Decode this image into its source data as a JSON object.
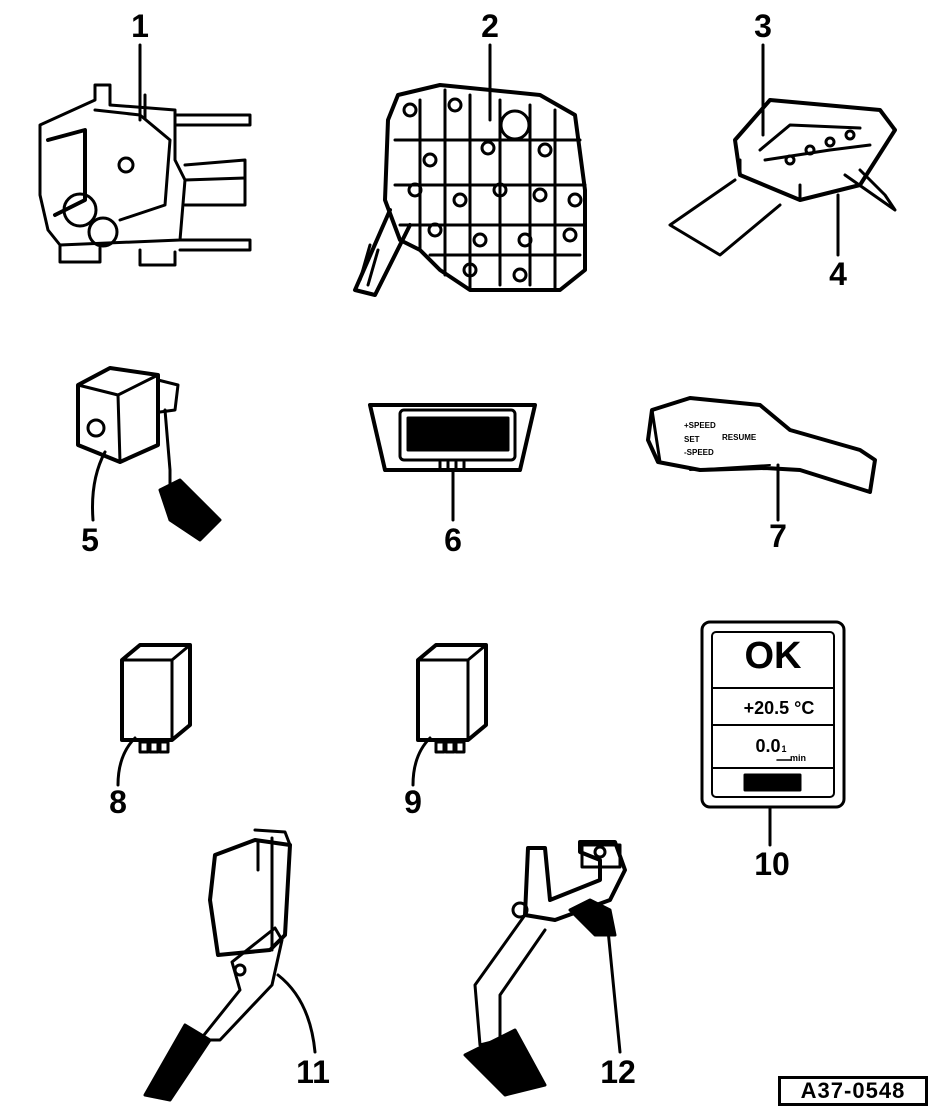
{
  "callouts": {
    "c1": "1",
    "c2": "2",
    "c3": "3",
    "c4": "4",
    "c5": "5",
    "c6": "6",
    "c7": "7",
    "c8": "8",
    "c9": "9",
    "c10": "10",
    "c11": "11",
    "c12": "12"
  },
  "display": {
    "status": "OK",
    "temperature": "+20.5 °C",
    "speed_value": "0.0",
    "speed_unit_top": "1",
    "speed_unit_bottom": "min"
  },
  "stalk_labels": {
    "line1": "+SPEED",
    "line2": "SET",
    "line3": "RESUME",
    "line4": "-SPEED"
  },
  "figure_ref": "A37-0548"
}
